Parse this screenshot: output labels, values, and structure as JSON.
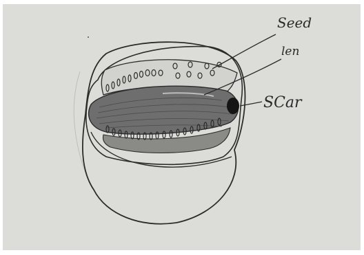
{
  "diagram": {
    "labels": {
      "seed": "Seed",
      "lens": "len",
      "scar": "SCar"
    },
    "colors": {
      "paper": "#dcdcd8",
      "ink": "#2b2b2b",
      "shading": "#6e6e6e",
      "scar": "#151515"
    }
  }
}
